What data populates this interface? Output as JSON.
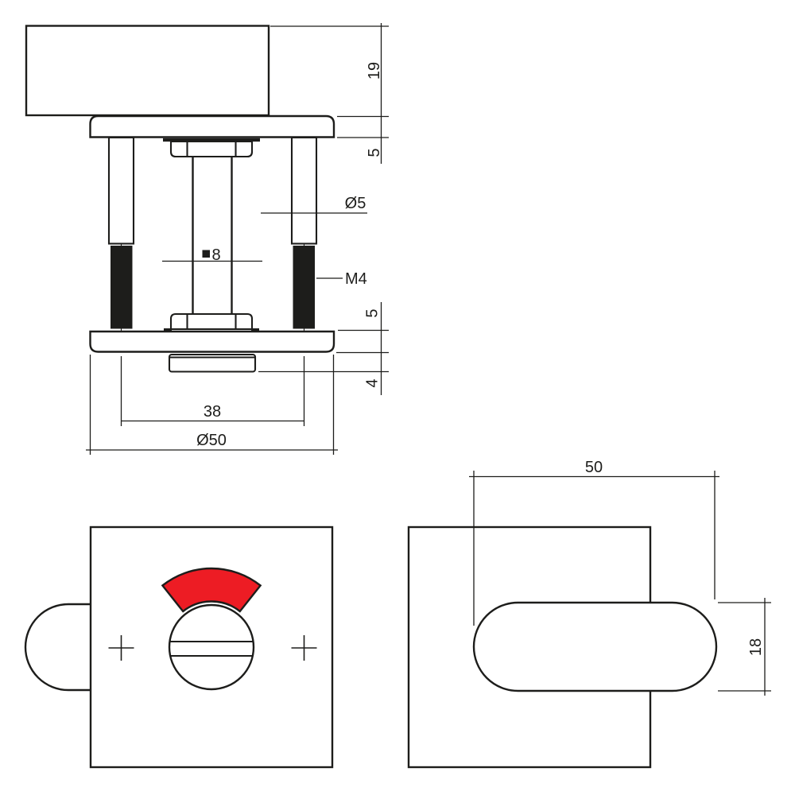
{
  "side_view": {
    "dim_knob_height": "19",
    "dim_rose_thickness_top": "5",
    "dim_screw_diameter": "Ø5",
    "dim_spindle_size": "8",
    "dim_thread": "M4",
    "dim_rose_thickness_bottom": "5",
    "dim_insert_thickness": "4",
    "dim_screw_distance": "38",
    "dim_rose_diameter": "Ø50"
  },
  "release_face_view": {
    "dim_width": "50",
    "dim_grip_height": "18"
  },
  "colors": {
    "line": "#1d1d1b",
    "indicator_red": "#ed1c24",
    "background": "#ffffff"
  }
}
